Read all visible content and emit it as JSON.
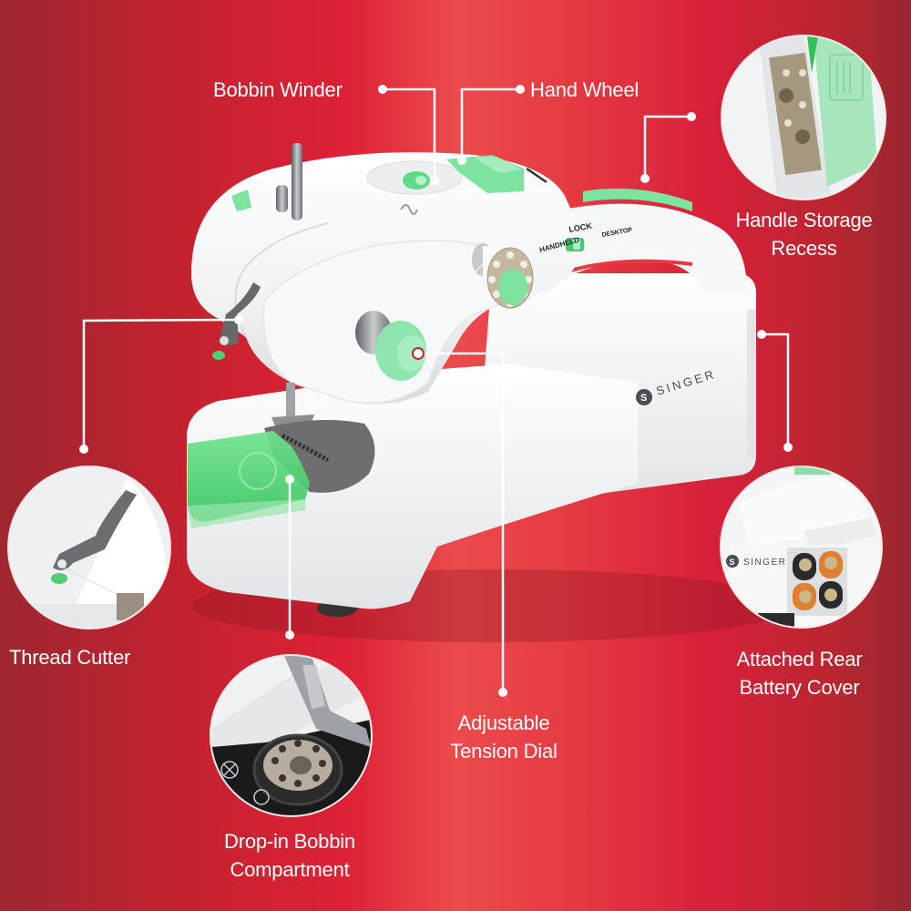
{
  "infographic": {
    "brand": "SINGER",
    "colors": {
      "background_center": "#ec4b4d",
      "background_mid": "#de2136",
      "background_edge": "#9e2730",
      "machine_body": "#f4f5f6",
      "accent_green": "#7ee0a0",
      "accent_green_dark": "#2fc25f",
      "callout": "#ffffff"
    },
    "callouts": [
      {
        "id": "bobbin-winder",
        "label": "Bobbin Winder"
      },
      {
        "id": "hand-wheel",
        "label": "Hand Wheel"
      },
      {
        "id": "handle-storage",
        "label": "Handle Storage\nRecess",
        "line1": "Handle Storage",
        "line2": "Recess"
      },
      {
        "id": "thread-cutter",
        "label": "Thread Cutter"
      },
      {
        "id": "battery-cover",
        "label": "Attached Rear Battery Cover",
        "line1": "Attached Rear",
        "line2": "Battery Cover"
      },
      {
        "id": "tension-dial",
        "label": "Adjustable Tension Dial",
        "line1": "Adjustable",
        "line2": "Tension Dial"
      },
      {
        "id": "bobbin-compartment",
        "label": "Drop-in Bobbin Compartment",
        "line1": "Drop-in Bobbin",
        "line2": "Compartment"
      }
    ],
    "machine_markings": {
      "mode_left": "HANDHELD",
      "mode_center": "LOCK",
      "mode_right": "DESKTOP",
      "logo_text": "SINGER",
      "logo_mark": "S"
    },
    "detail_circles": {
      "battery_logo_text": "SINGER",
      "battery_logo_mark": "S"
    }
  }
}
